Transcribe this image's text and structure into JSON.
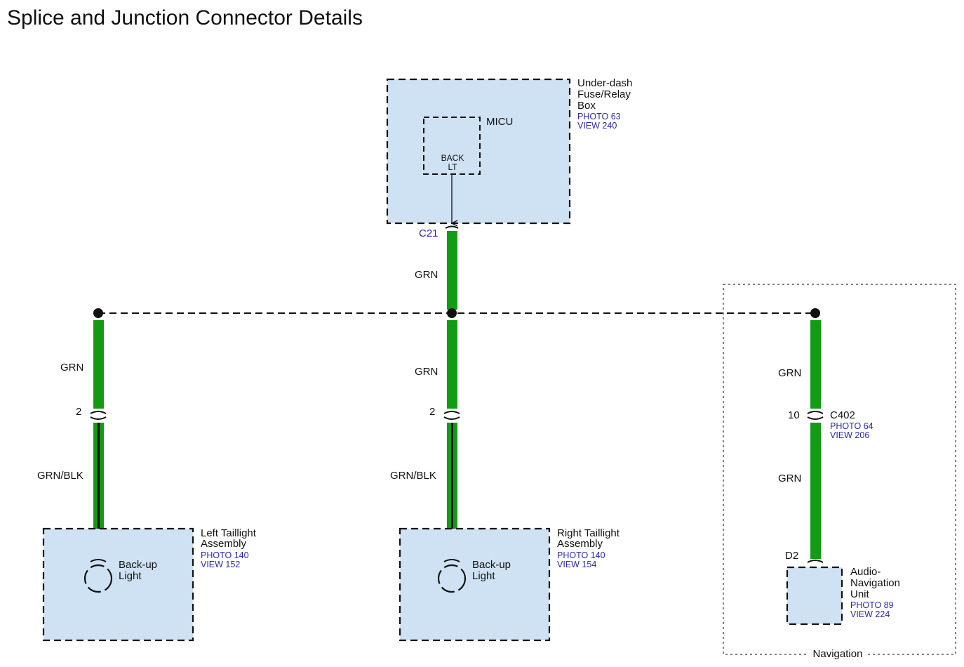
{
  "title": "Splice and Junction Connector Details",
  "colors": {
    "wire_green": "#149b14",
    "box_fill": "#cfe2f3",
    "ref_blue": "#2a2aa8"
  },
  "fuse_box": {
    "name_lines": [
      "Under-dash",
      "Fuse/Relay",
      "Box"
    ],
    "photo": "PHOTO 63",
    "view": "VIEW 240",
    "micu_label": "MICU",
    "pin_lines": [
      "BACK",
      "LT"
    ],
    "connector": "C21"
  },
  "wires": {
    "main": "GRN",
    "left_upper": "GRN",
    "center_upper": "GRN",
    "right_upper": "GRN",
    "left_lower": "GRN/BLK",
    "center_lower": "GRN/BLK",
    "right_lower": "GRN"
  },
  "pins": {
    "left": "2",
    "center": "2",
    "right": "10",
    "audio": "D2"
  },
  "left_taillight": {
    "name_lines": [
      "Left Taillight",
      "Assembly"
    ],
    "photo": "PHOTO 140",
    "view": "VIEW 152",
    "light_lines": [
      "Back-up",
      "Light"
    ]
  },
  "right_taillight": {
    "name_lines": [
      "Right Taillight",
      "Assembly"
    ],
    "photo": "PHOTO 140",
    "view": "VIEW 154",
    "light_lines": [
      "Back-up",
      "Light"
    ]
  },
  "c402": {
    "name": "C402",
    "photo": "PHOTO 64",
    "view": "VIEW 206"
  },
  "audio_unit": {
    "name_lines": [
      "Audio-",
      "Navigation",
      "Unit"
    ],
    "photo": "PHOTO 89",
    "view": "VIEW 224"
  },
  "navigation_label": "Navigation"
}
